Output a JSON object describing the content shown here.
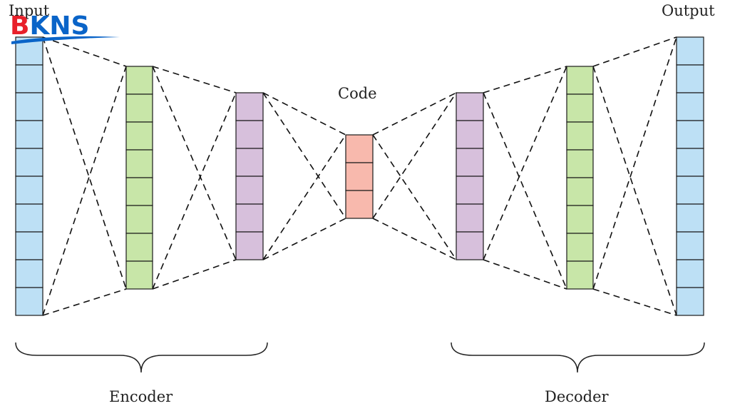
{
  "logo": {
    "text": "BKNS",
    "colors": {
      "b": "#e8202a",
      "kns": "#0a64c8",
      "swoosh": "#0a64c8"
    }
  },
  "labels": {
    "input": "Input",
    "output": "Output",
    "code": "Code",
    "encoder": "Encoder",
    "decoder": "Decoder"
  },
  "layers": [
    {
      "id": "input-layer",
      "cells": 10,
      "color": "#bde0f5"
    },
    {
      "id": "encoder-hidden-1",
      "cells": 8,
      "color": "#c8e6a8"
    },
    {
      "id": "encoder-hidden-2",
      "cells": 6,
      "color": "#d7c0dc"
    },
    {
      "id": "code-layer",
      "cells": 3,
      "color": "#f8b9ad"
    },
    {
      "id": "decoder-hidden-1",
      "cells": 6,
      "color": "#d7c0dc"
    },
    {
      "id": "decoder-hidden-2",
      "cells": 8,
      "color": "#c8e6a8"
    },
    {
      "id": "output-layer",
      "cells": 10,
      "color": "#bde0f5"
    }
  ]
}
